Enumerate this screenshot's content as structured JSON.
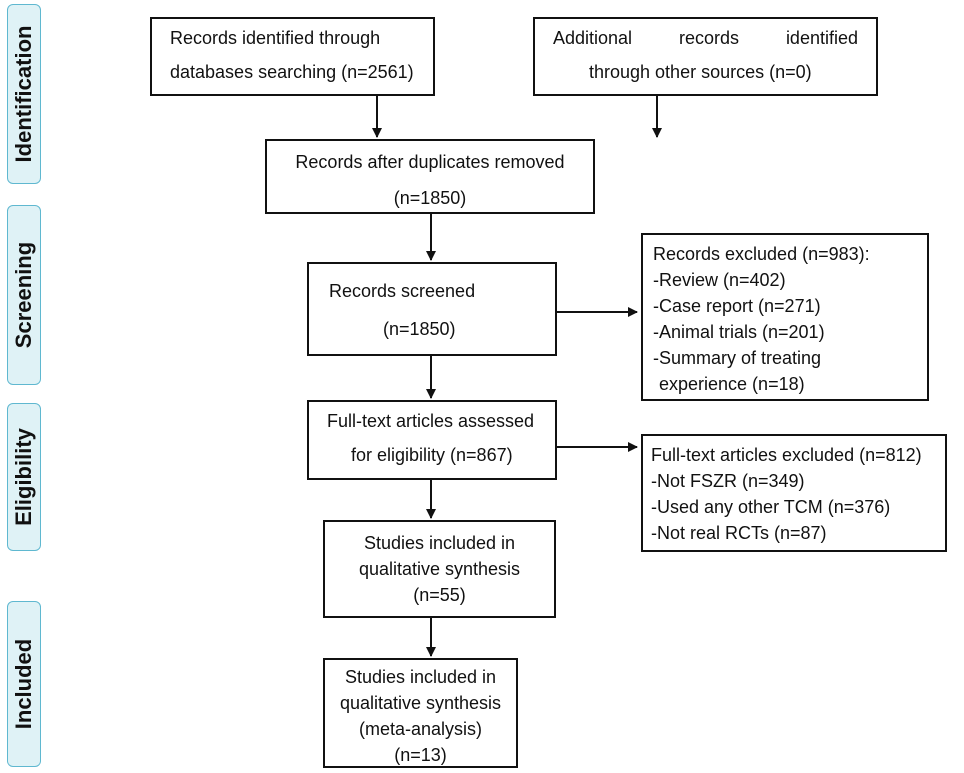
{
  "stages": {
    "identification": "Identification",
    "screening": "Screening",
    "eligibility": "Eligibility",
    "included": "Included"
  },
  "boxes": {
    "records_identified": [
      "Records identified through",
      "databases searching (n=2561)"
    ],
    "additional_records": [
      "Additional",
      "records",
      "identified",
      "through other sources (n=0)"
    ],
    "after_duplicates": [
      "Records after duplicates removed",
      "(n=1850)"
    ],
    "screened": [
      "Records screened",
      "(n=1850)"
    ],
    "excluded_records": [
      "Records excluded (n=983):",
      "-Review (n=402)",
      "-Case report (n=271)",
      "-Animal trials (n=201)",
      "-Summary of treating",
      " experience (n=18)"
    ],
    "full_text_assessed": [
      "Full-text articles assessed",
      "for eligibility (n=867)"
    ],
    "full_text_excluded": [
      "Full-text articles excluded (n=812)",
      "-Not FSZR (n=349)",
      "-Used any other TCM (n=376)",
      "-Not real RCTs (n=87)"
    ],
    "qualitative": [
      "Studies included in",
      "qualitative synthesis",
      "(n=55)"
    ],
    "quantitative": [
      "Studies included in",
      "qualitative synthesis",
      "(meta-analysis)",
      "(n=13)"
    ]
  },
  "colors": {
    "stage_fill": "#dff2f6",
    "stage_border": "#5fb8d0",
    "box_border": "#111111",
    "arrow": "#111111"
  }
}
